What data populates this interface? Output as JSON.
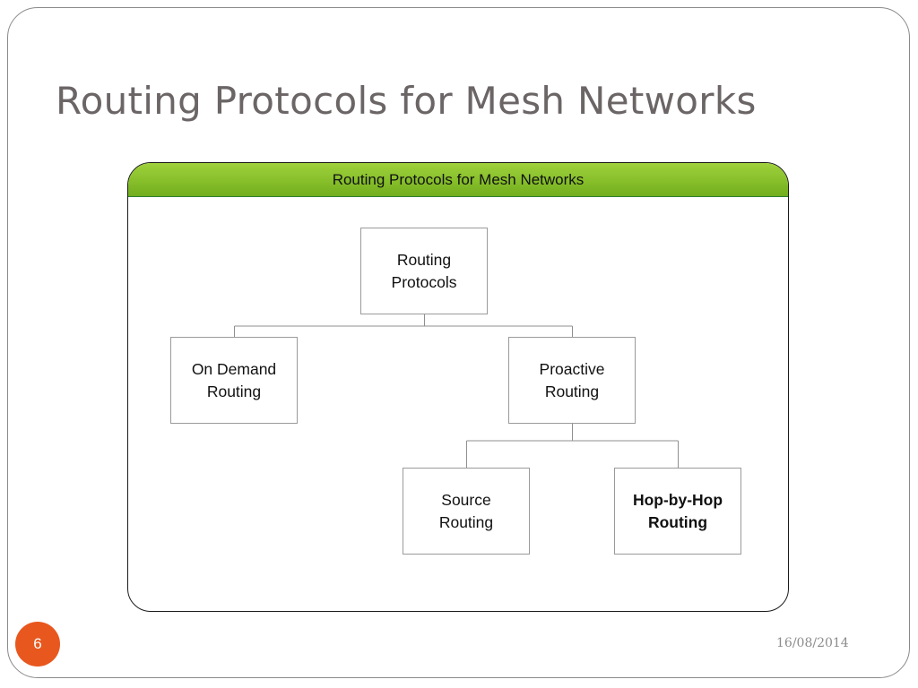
{
  "slide": {
    "title": "Routing Protocols for Mesh Networks",
    "page_number": "6",
    "date": "16/08/2014"
  },
  "diagram": {
    "header": "Routing Protocols for Mesh Networks",
    "root": {
      "line1": "Routing",
      "line2": "Protocols"
    },
    "on_demand": {
      "line1": "On Demand",
      "line2": "Routing"
    },
    "proactive": {
      "line1": "Proactive",
      "line2": "Routing"
    },
    "source": {
      "line1": "Source",
      "line2": "Routing"
    },
    "hop_by_hop": {
      "line1": "Hop-by-Hop",
      "line2": "Routing"
    }
  },
  "colors": {
    "header_green": "#86bf2a",
    "page_badge": "#e8571e",
    "title_text": "#6b6566"
  }
}
